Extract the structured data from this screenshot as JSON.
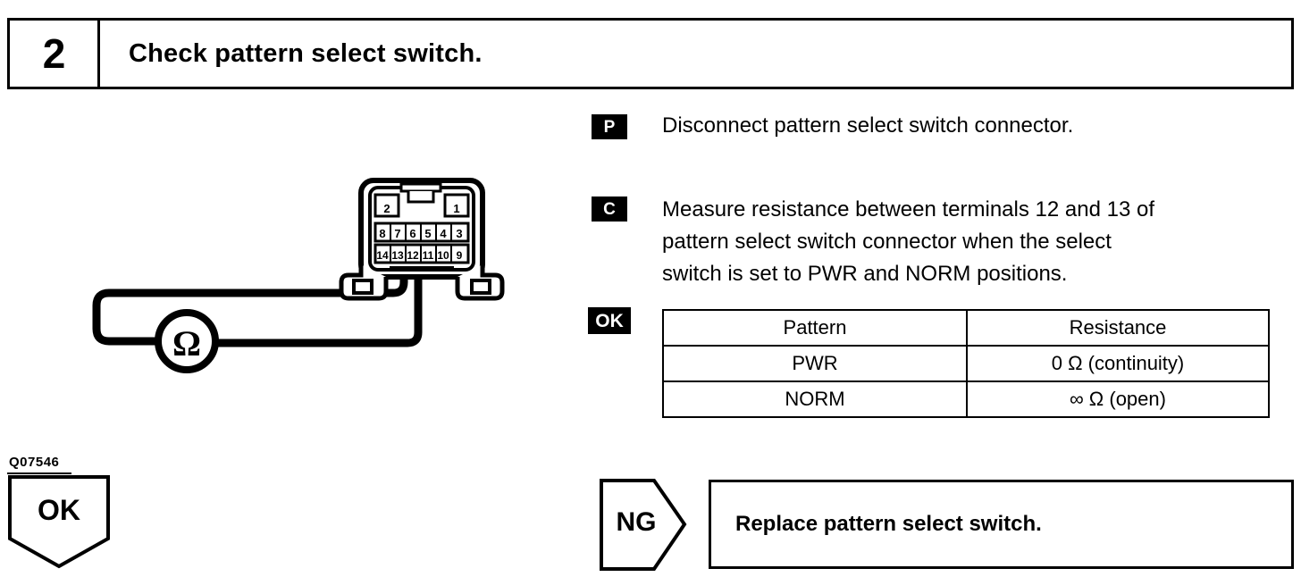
{
  "step": {
    "number": "2",
    "title": "Check pattern select switch."
  },
  "instructions": [
    {
      "badge": "P",
      "lines": [
        "Disconnect pattern select switch connector."
      ]
    },
    {
      "badge": "C",
      "lines": [
        "Measure resistance between terminals 12 and 13 of",
        "pattern select switch connector when the select",
        "switch is set to PWR and NORM positions."
      ]
    }
  ],
  "ok_badge": "OK",
  "result_table": {
    "headers": [
      "Pattern",
      "Resistance"
    ],
    "rows": [
      [
        "PWR",
        "0 Ω (continuity)"
      ],
      [
        "NORM",
        "∞ Ω (open)"
      ]
    ]
  },
  "diagram": {
    "meter_symbol": "Ω",
    "connector": {
      "upper_tabs": [
        "2",
        "1"
      ],
      "row_top": [
        "8",
        "7",
        "6",
        "5",
        "4",
        "3"
      ],
      "row_bottom": [
        "14",
        "13",
        "12",
        "11",
        "10",
        "9"
      ]
    }
  },
  "figure_code": "Q07546",
  "ok_arrow_label": "OK",
  "ng_arrow_label": "NG",
  "ng_action": "Replace pattern select switch.",
  "colors": {
    "ink": "#000000",
    "paper": "#ffffff"
  }
}
